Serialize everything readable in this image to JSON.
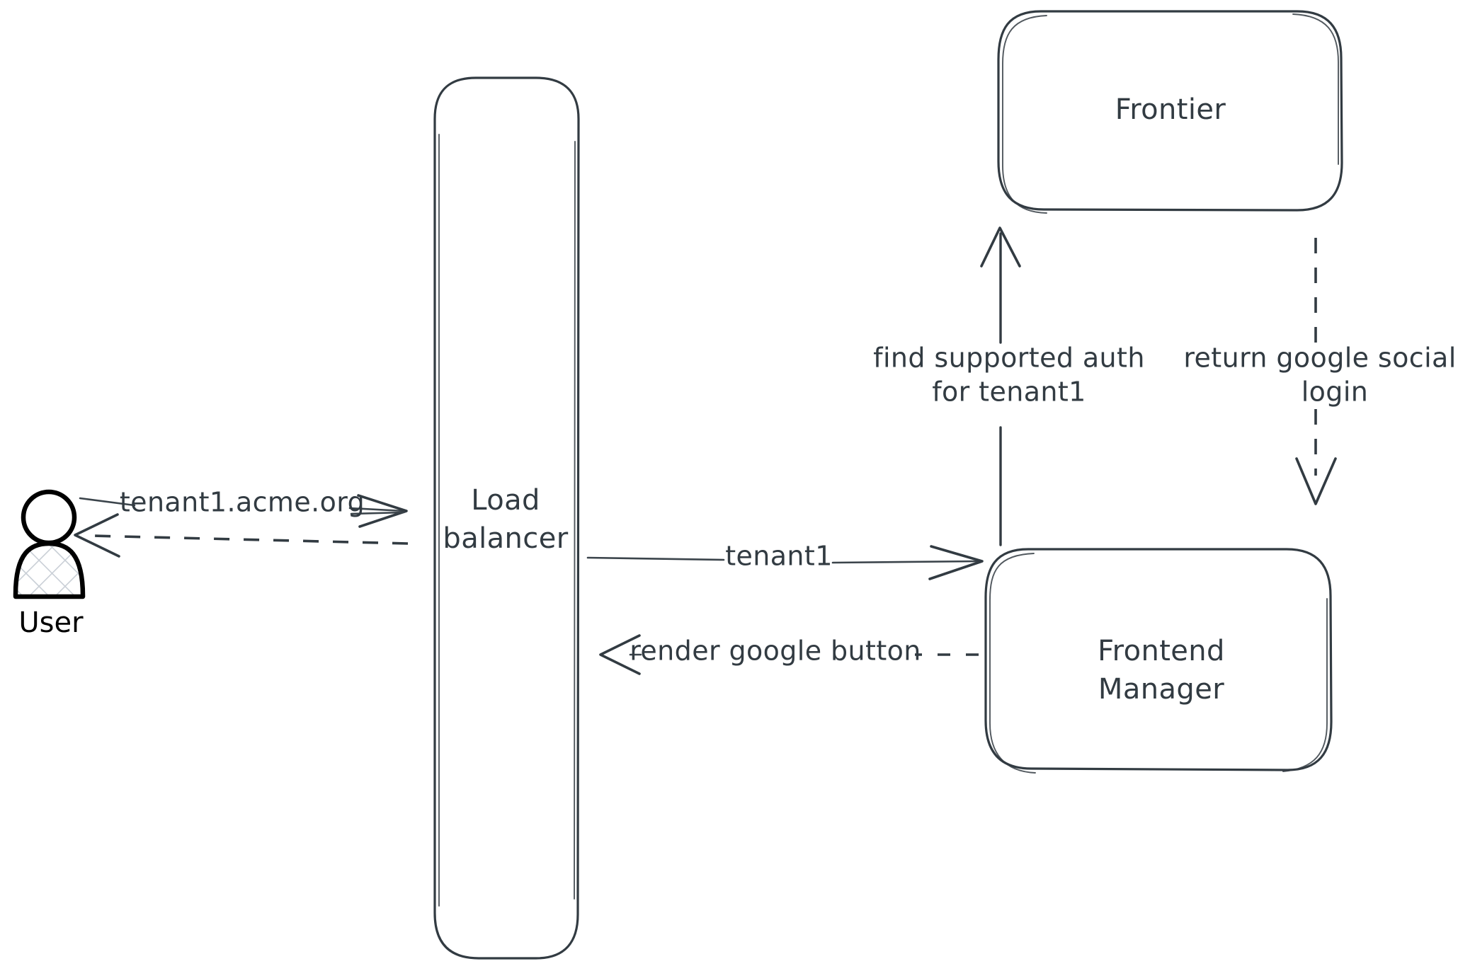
{
  "diagram": {
    "type": "architecture-flow",
    "background_color": "#ffffff",
    "stroke_color": "#323b42",
    "actor_stroke_color": "#000000",
    "style": "hand-drawn-sketch"
  },
  "nodes": {
    "user": {
      "label": "User",
      "shape": "actor",
      "icon": "user-person-icon"
    },
    "load_balancer": {
      "label_line1": "Load",
      "label_line2": "balancer",
      "shape": "rounded-rect-tall"
    },
    "frontier": {
      "label": "Frontier",
      "shape": "rounded-rect"
    },
    "frontend_manager": {
      "label_line1": "Frontend",
      "label_line2": "Manager",
      "shape": "rounded-rect"
    }
  },
  "edges": {
    "user_to_lb": {
      "label": "tenant1.acme.org",
      "style": "solid",
      "direction": "right",
      "from": "user",
      "to": "load_balancer"
    },
    "lb_to_user": {
      "label": "",
      "style": "dashed",
      "direction": "left",
      "from": "load_balancer",
      "to": "user"
    },
    "lb_to_fm": {
      "label": "tenant1",
      "style": "solid",
      "direction": "right",
      "from": "load_balancer",
      "to": "frontend_manager"
    },
    "fm_to_lb": {
      "label": "render google button",
      "style": "dashed",
      "direction": "left",
      "from": "frontend_manager",
      "to": "load_balancer"
    },
    "fm_to_frontier": {
      "label_line1": "find supported auth",
      "label_line2": "for tenant1",
      "style": "solid",
      "direction": "up",
      "from": "frontend_manager",
      "to": "frontier"
    },
    "frontier_to_fm": {
      "label_line1": "return google social",
      "label_line2": "login",
      "style": "dashed",
      "direction": "down",
      "from": "frontier",
      "to": "frontend_manager"
    }
  }
}
